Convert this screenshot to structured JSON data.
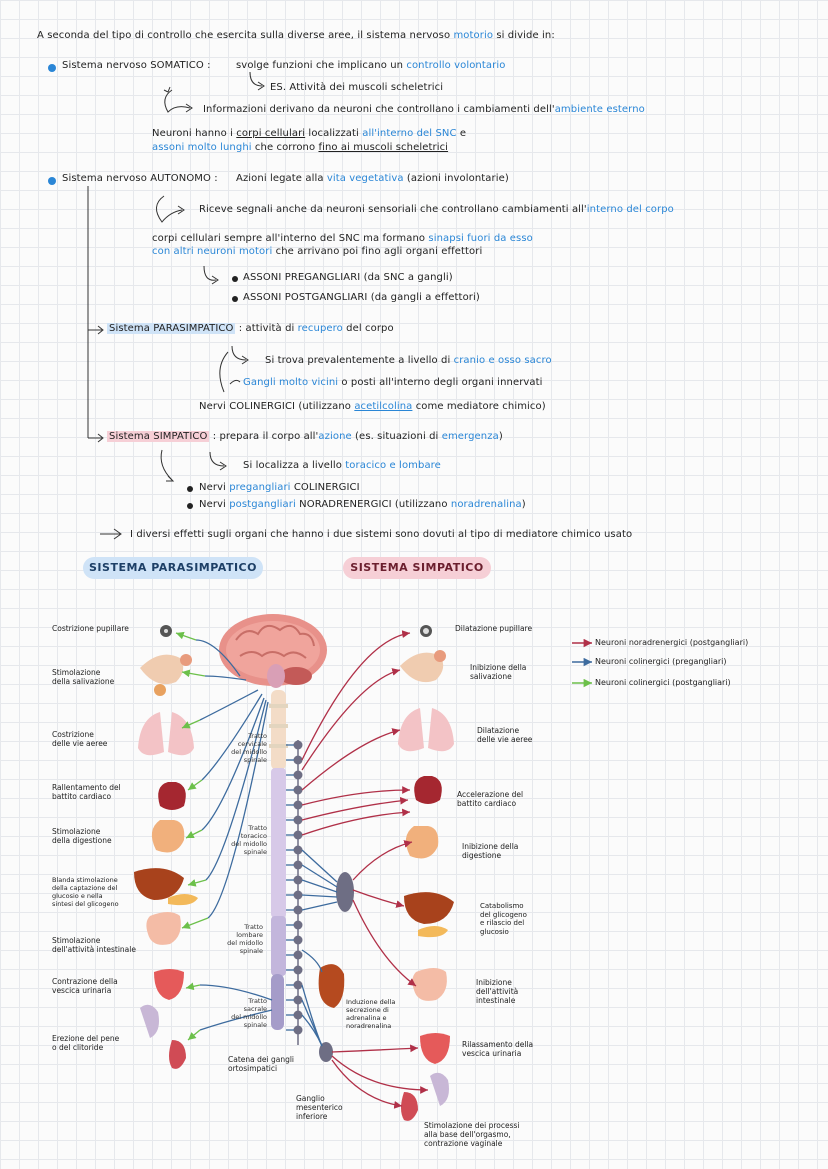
{
  "intro": "A seconda del tipo di controllo che esercita sulla diverse aree, il sistema nervoso motorio si divide in:",
  "intro_plain": "A seconda del tipo di controllo che esercita sulla diverse aree, il sistema nervoso ",
  "intro_highlight": "motorio",
  "intro_end": " si divide in:",
  "somatico": {
    "title": "Sistema nervoso SOMATICO :",
    "line1_plain": "svolge funzioni che implicano un ",
    "line1_blue": "controllo volontario",
    "line2": "ES. Attività dei muscoli scheletrici",
    "line3_plain": "Informazioni derivano da neuroni che controllano i cambiamenti dell'",
    "line3_blue": "ambiente esterno",
    "line4_a": "Neuroni hanno i ",
    "line4_b": "corpi cellulari",
    "line4_c": " localizzati ",
    "line4_d": "all'interno del SNC",
    "line4_e": " e",
    "line5_a": "assoni molto lunghi",
    "line5_b": " che corrono ",
    "line5_c": "fino ai muscoli scheletrici"
  },
  "autonomo": {
    "title": "Sistema nervoso AUTONOMO :",
    "line1_a": "Azioni legate alla ",
    "line1_b": "vita vegetativa",
    "line1_c": " (azioni involontarie)",
    "line2_a": "Riceve segnali anche da neuroni sensoriali che controllano cambiamenti all'",
    "line2_b": "interno del corpo",
    "line3_a": "corpi cellulari sempre all'interno del SNC ma formano ",
    "line3_b": "sinapsi fuori da esso",
    "line4_a": "con altri neuroni motori",
    "line4_b": " che arrivano poi fino agli organi effettori",
    "bullet1": "ASSONI PREGANGLIARI (da SNC a gangli)",
    "bullet2": "ASSONI POSTGANGLIARI (da gangli a effettori)"
  },
  "parasimpatico": {
    "title": "Sistema PARASIMPATICO",
    "desc_a": " : attività di ",
    "desc_b": "recupero",
    "desc_c": " del corpo",
    "line1_a": "Si trova prevalentemente a livello di ",
    "line1_b": "cranio e osso sacro",
    "line2_a": "Gangli molto vicini",
    "line2_b": " o posti all'interno degli organi innervati",
    "line3_a": "Nervi COLINERGICI (utilizzano ",
    "line3_b": "acetilcolina",
    "line3_c": " come mediatore chimico)"
  },
  "simpatico": {
    "title": "Sistema SIMPATICO",
    "desc_a": " : prepara il corpo all'",
    "desc_b": "azione",
    "desc_c": " (es. situazioni di ",
    "desc_d": "emergenza",
    "desc_e": ")",
    "line1_a": "Si localizza a livello ",
    "line1_b": "toracico e lombare",
    "bullet1_a": "Nervi ",
    "bullet1_b": "pregangliari",
    "bullet1_c": " COLINERGICI",
    "bullet2_a": "Nervi ",
    "bullet2_b": "postgangliari",
    "bullet2_c": " NORADRENERGICI (utilizzano ",
    "bullet2_d": "noradrenalina",
    "bullet2_e": ")"
  },
  "conclusion": "I diversi effetti sugli organi che hanno i due sistemi sono dovuti al tipo di mediatore chimico usato",
  "diagram": {
    "pill_para": "SISTEMA PARASIMPATICO",
    "pill_simp": "SISTEMA SIMPATICO",
    "left_labels": [
      "Costrizione pupillare",
      "Stimolazione\ndella salivazione",
      "Costrizione\ndelle vie aeree",
      "Rallentamento del\nbattito cardiaco",
      "Stimolazione\ndella digestione",
      "Blanda stimolazione\ndella captazione del\nglucosio e nella\nsintesi del glicogeno",
      "Stimolazione\ndell'attività intestinale",
      "Contrazione della\nvescica urinaria",
      "Erezione del pene\no del clitoride"
    ],
    "right_labels": [
      "Dilatazione pupillare",
      "Inibizione della\nsalivazione",
      "Dilatazione\ndelle vie aeree",
      "Accelerazione del\nbattito cardiaco",
      "Inibizione della\ndigestione",
      "Catabolismo\ndel glicogeno\ne rilascio del\nglucosio",
      "Inibizione\ndell'attività\nintestinale",
      "Rilassamento della\nvescica urinaria",
      "Stimolazione dei processi\nalla base dell'orgasmo,\ncontrazione vaginale"
    ],
    "spine_labels": [
      "Tratto\ncervicale\ndel midollo\nspinale",
      "Tratto\ntoracico\ndel midollo\nspinale",
      "Tratto\nlombare\ndel midollo\nspinale",
      "Tratto\nsacrale\ndel midollo\nspinale"
    ],
    "catena": "Catena dei gangli\nortosimpatici",
    "ganglio": "Ganglio\nmesenterico\ninferiore",
    "surrene": "Induzione della\nsecrezione di\nadrenalina e\nnoradrenalina",
    "legend": [
      "Neuroni noradrenergici (postgangliari)",
      "Neuroni colinergici (pregangliari)",
      "Neuroni colinergici (postgangliari)"
    ],
    "colors": {
      "nor": "#b03048",
      "colpre": "#3d6b9e",
      "colpost": "#6cc04a"
    }
  }
}
